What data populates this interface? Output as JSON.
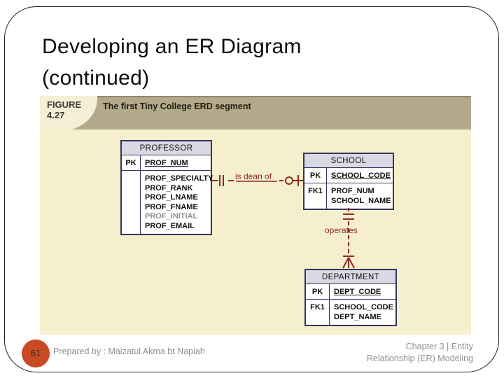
{
  "slide": {
    "title_line1": "Developing an ER Diagram",
    "title_line2": "(continued)",
    "page_number": "61",
    "footer_left": "Prepared by : Maizatul Akma bt Napiah",
    "footer_right_line1": "Chapter 3 | Entity",
    "footer_right_line2": "Relationship (ER) Modeling"
  },
  "figure": {
    "label_title": "FIGURE",
    "label_number": "4.27",
    "caption": "The first Tiny College ERD segment"
  },
  "erd": {
    "entities": {
      "professor": {
        "title": "PROFESSOR",
        "pk_key": "PK",
        "pk_attr": "PROF_NUM",
        "attrs": [
          "PROF_SPECIALTY",
          "PROF_RANK",
          "PROF_LNAME",
          "PROF_FNAME",
          "PROF_INITIAL",
          "PROF_EMAIL"
        ]
      },
      "school": {
        "title": "SCHOOL",
        "pk_key": "PK",
        "pk_attr": "SCHOOL_CODE",
        "fk_key": "FK1",
        "fk_attrs": [
          "PROF_NUM",
          "SCHOOL_NAME"
        ]
      },
      "department": {
        "title": "DEPARTMENT",
        "pk_key": "PK",
        "pk_attr": "DEPT_CODE",
        "fk_key": "FK1",
        "fk_attrs": [
          "SCHOOL_CODE",
          "DEPT_NAME"
        ]
      }
    },
    "relationships": {
      "is_dean_of": {
        "label": "is dean of"
      },
      "operates": {
        "label": "operates"
      }
    }
  },
  "colors": {
    "figure_band_bg": "#b5a98c",
    "figure_label_bg": "#f5efd7",
    "figure_body_bg": "#f5efcd",
    "entity_header_bg": "#d9d9e3",
    "entity_border": "#34345c",
    "relationship_accent": "#8e2a20",
    "page_number_circle": "#c94b25",
    "footer_text": "#8f8f8f"
  }
}
